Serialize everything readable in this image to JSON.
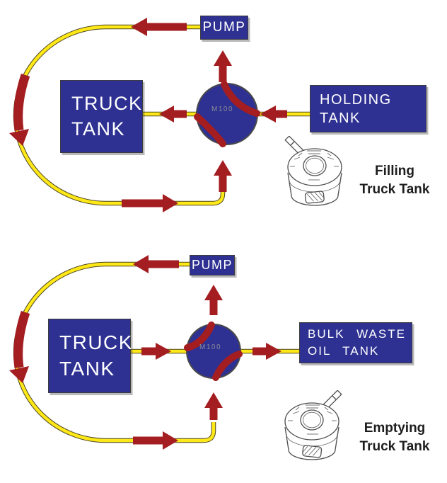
{
  "colors": {
    "box_blue": "#2E3192",
    "arrow_red": "#A31D21",
    "pipe_yellow": "#FFE817",
    "caption_black": "#1d1d1d",
    "m100_gray": "#8b8b95"
  },
  "filling": {
    "pump_label": "PUMP",
    "truck_line1": "TRUCK",
    "truck_line2": "TANK",
    "source_line1": "HOLDING",
    "source_line2": "TANK",
    "valve_label": "M100",
    "caption_line1": "Filling",
    "caption_line2": "Truck Tank"
  },
  "emptying": {
    "pump_label": "PUMP",
    "truck_line1": "TRUCK",
    "truck_line2": "TANK",
    "dest_line1": "BULK WASTE",
    "dest_line2": "OIL TANK",
    "valve_label": "M100",
    "caption_line1": "Emptying",
    "caption_line2": "Truck Tank"
  }
}
